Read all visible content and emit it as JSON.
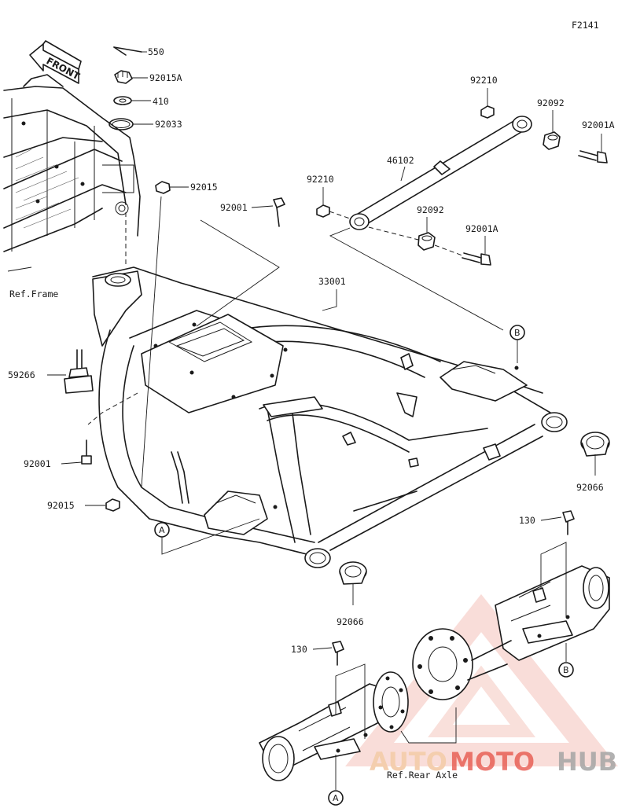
{
  "figure_code": "F2141",
  "front_label": "FRONT",
  "ref_frame": "Ref.Frame",
  "ref_rear_axle": "Ref.Rear Axle",
  "parts": {
    "p550": "550",
    "p92015A": "92015A",
    "p410": "410",
    "p92033": "92033",
    "p92015_top": "92015",
    "p92001_top": "92001",
    "p92210_top": "92210",
    "p92092_top": "92092",
    "p92001A_top": "92001A",
    "p46102": "46102",
    "p92210_mid": "92210",
    "p92092_mid": "92092",
    "p92001A_mid": "92001A",
    "p33001": "33001",
    "p59266": "59266",
    "p92001_left": "92001",
    "p92015_left": "92015",
    "p92066_right": "92066",
    "p92066_bottom": "92066",
    "p130_right": "130",
    "p130_left": "130"
  },
  "callouts": {
    "B_top": "B",
    "A_left": "A",
    "B_bottom": "B",
    "A_bottom": "A"
  },
  "watermark": {
    "part1": "AUTO",
    "part2": "MOTO",
    "part3": "HUB",
    "color_light": "#f3c9a6",
    "color_red": "#e5473b",
    "color_grey": "#9a9a9a"
  }
}
